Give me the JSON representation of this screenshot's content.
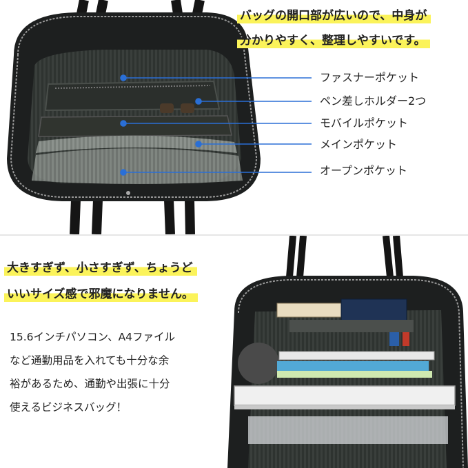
{
  "top_section": {
    "heading_lines": [
      "バッグの開口部が広いので、中身が",
      "分かりやすく、整理しやすいです。"
    ],
    "callouts": [
      "ファスナーポケット",
      "ペン差しホルダー2つ",
      "モバイルポケット",
      "メインポケット",
      "オープンポケット"
    ]
  },
  "bottom_section": {
    "heading_lines": [
      "大きすぎず、小さすぎず、ちょうど",
      "いいサイズ感で邪魔になりません。"
    ],
    "body_lines": [
      "15.6インチパソコン、A4ファイル",
      "など通勤用品を入れても十分な余",
      "裕があるため、通勤や出張に十分",
      "使えるビジネスバッグ！"
    ]
  },
  "colors": {
    "highlight": "#fbf35a",
    "callout_dot": "#2a6fd6",
    "bag_leather": "#1d1f1f"
  }
}
